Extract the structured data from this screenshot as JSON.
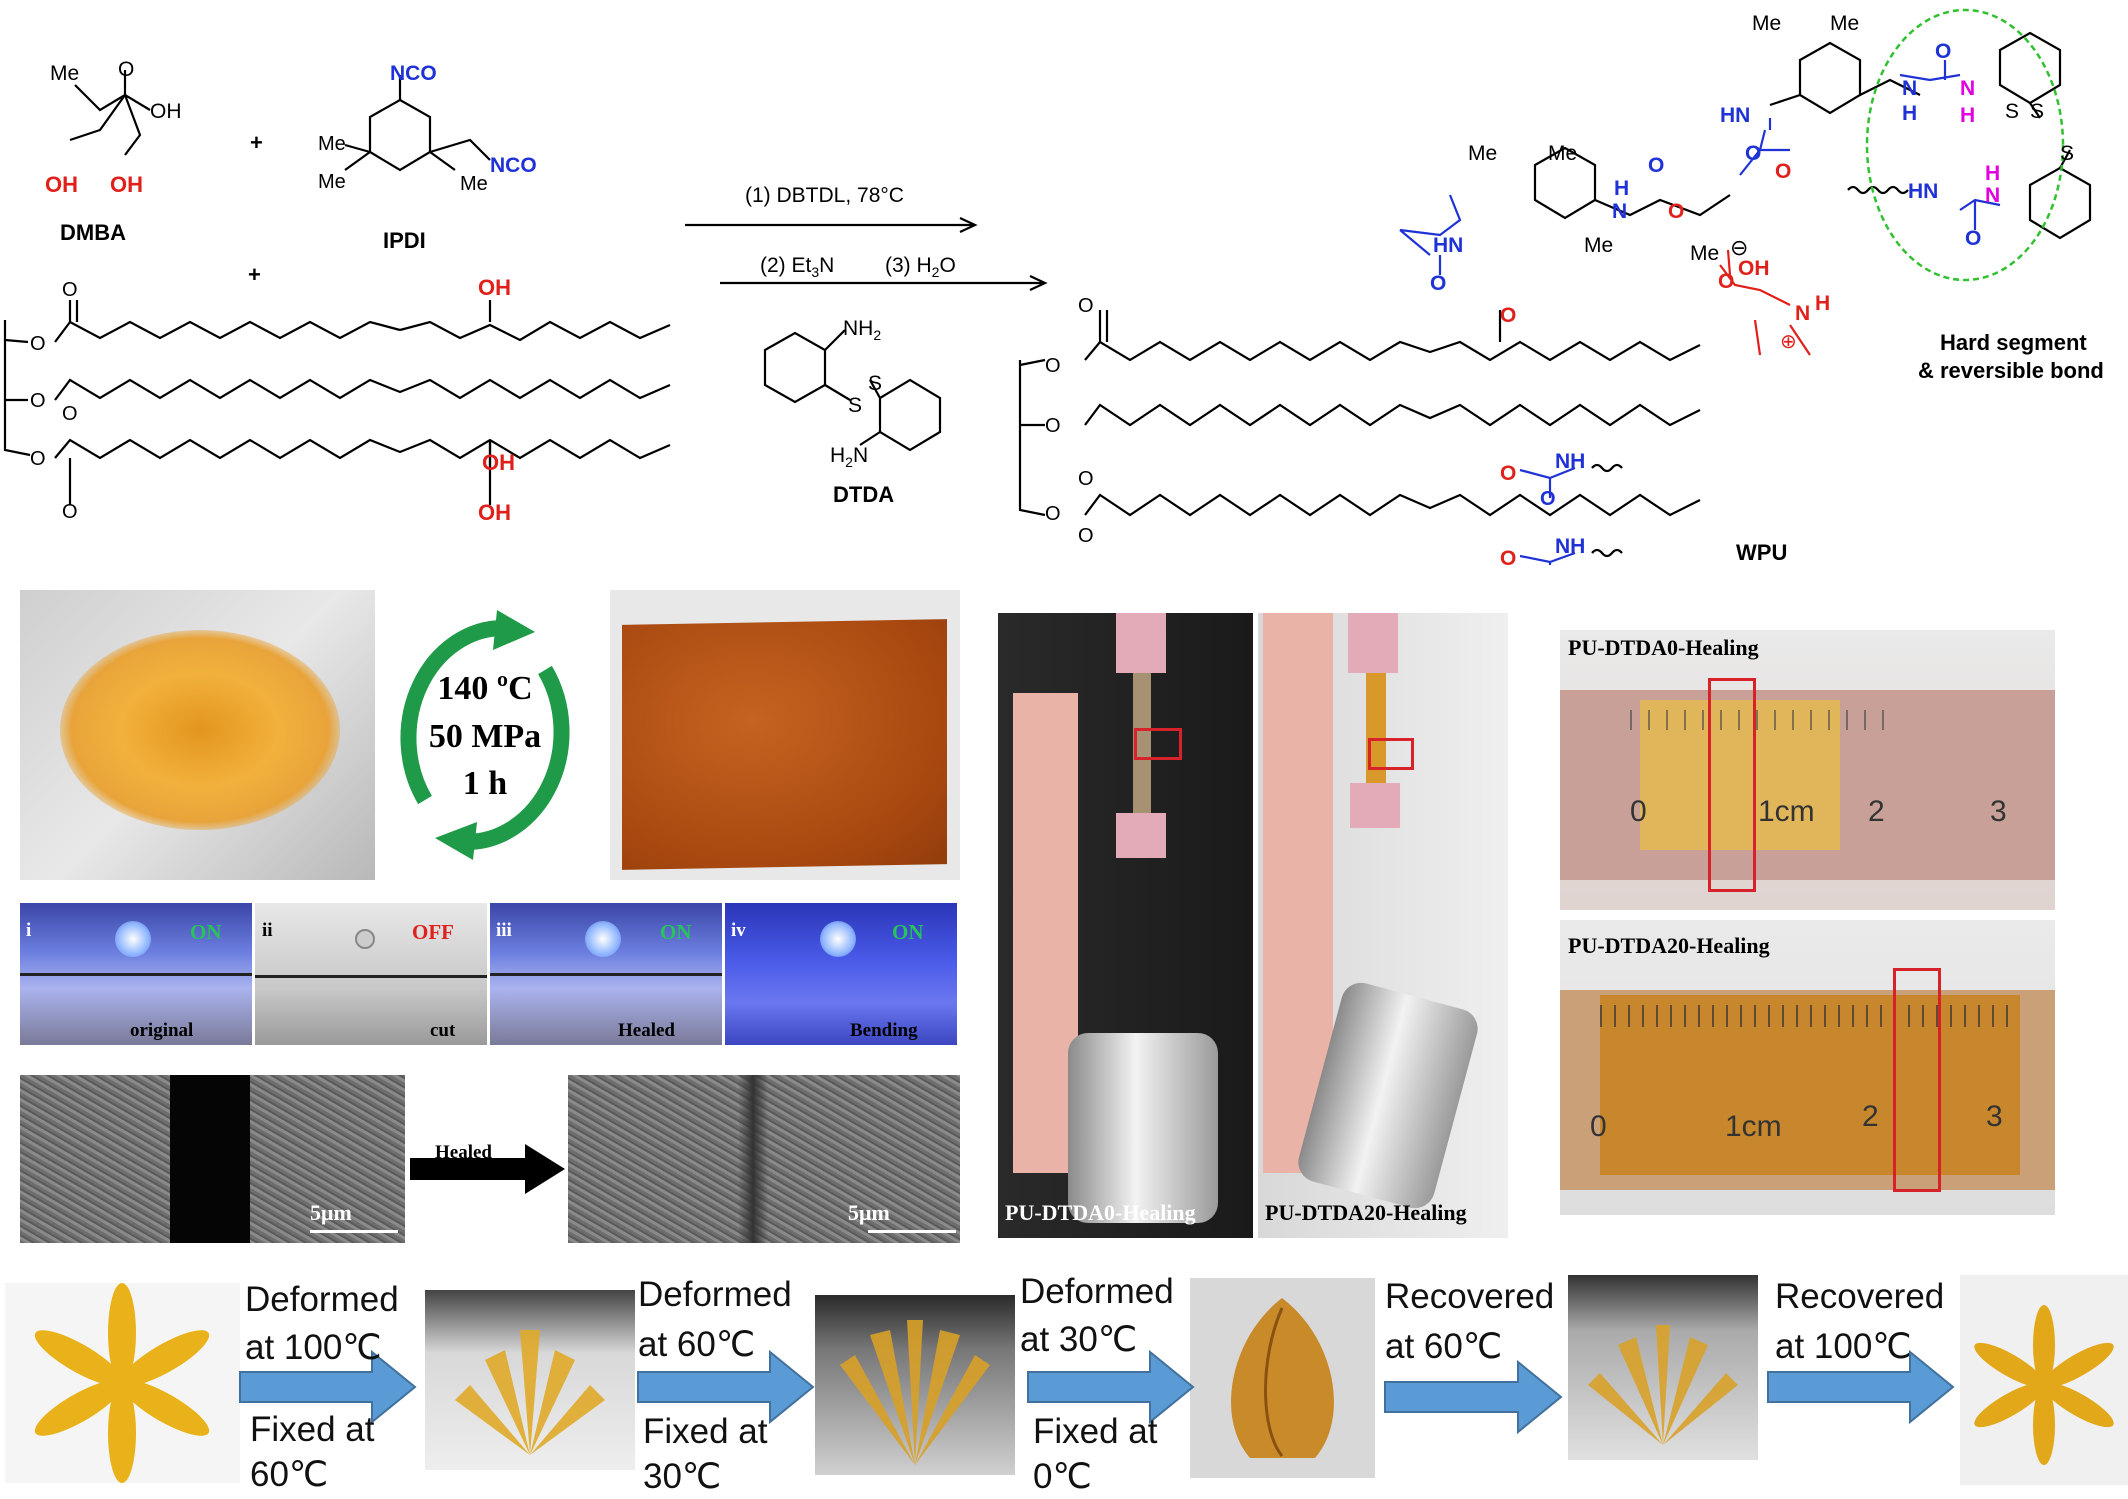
{
  "scheme": {
    "dmba": {
      "label": "DMBA",
      "me": "Me",
      "cooh_o": "O",
      "cooh_oh": "OH",
      "oh1": "OH",
      "oh2": "OH"
    },
    "ipdi": {
      "label": "IPDI",
      "nco": "NCO",
      "me": "Me"
    },
    "plus": "+",
    "castor_oh": "OH",
    "ester_o": "O",
    "step1": "(1) DBTDL, 78°C",
    "step2": "(2) Et",
    "step2_sub": "3",
    "step2_n": "N",
    "step3": "(3) H",
    "step3_sub": "2",
    "step3_o": "O",
    "dtda": {
      "label": "DTDA",
      "nh2": "NH",
      "nh2_sub": "2",
      "h2n": "H",
      "h2n_sub": "2",
      "h2n_n": "N",
      "s": "S"
    },
    "wpu": {
      "label": "WPU",
      "hn": "HN",
      "nh": "NH",
      "h": "H",
      "n": "N",
      "o": "O",
      "oh": "OH",
      "me": "Me",
      "minus": "⊖",
      "plus": "⊕"
    },
    "hard_segment": [
      "Hard segment",
      "& reversible bond"
    ]
  },
  "reprocess": {
    "temp": "140 ºC",
    "pressure": "50 MPa",
    "time": "1 h"
  },
  "led_panels": [
    {
      "index": "i",
      "status": "ON",
      "caption": "original"
    },
    {
      "index": "ii",
      "status": "OFF",
      "caption": "cut"
    },
    {
      "index": "iii",
      "status": "ON",
      "caption": "Healed"
    },
    {
      "index": "iv",
      "status": "ON",
      "caption": "Bending"
    }
  ],
  "sem": {
    "scale_left": "5μm",
    "scale_right": "5μm",
    "arrow_label": "Healed"
  },
  "hanging": {
    "left_caption": "PU-DTDA0-Healing",
    "right_caption": "PU-DTDA20-Healing"
  },
  "rulers": {
    "top_title": "PU-DTDA0-Healing",
    "bottom_title": "PU-DTDA20-Healing",
    "ticks": [
      "0",
      "1cm",
      "2",
      "3"
    ]
  },
  "shape_memory": [
    {
      "top": [
        "Deformed",
        "at 100℃"
      ],
      "bottom": [
        "Fixed at",
        "60℃"
      ]
    },
    {
      "top": [
        "Deformed",
        "at 60℃"
      ],
      "bottom": [
        "Fixed at",
        "30℃"
      ]
    },
    {
      "top": [
        "Deformed",
        "at 30℃"
      ],
      "bottom": [
        "Fixed at",
        "0℃"
      ]
    },
    {
      "top": [
        "Recovered",
        "at 60℃"
      ],
      "bottom": []
    },
    {
      "top": [
        "Recovered",
        "at 100℃"
      ],
      "bottom": []
    }
  ],
  "colors": {
    "arrow_blue": "#5b9bd5",
    "green_arrow": "#1f9a48",
    "red_box": "#d8222a",
    "blue_atom": "#1f32d6",
    "red_atom": "#e0201a",
    "magenta_atom": "#e000e0",
    "hard_circle": "#30c030"
  }
}
